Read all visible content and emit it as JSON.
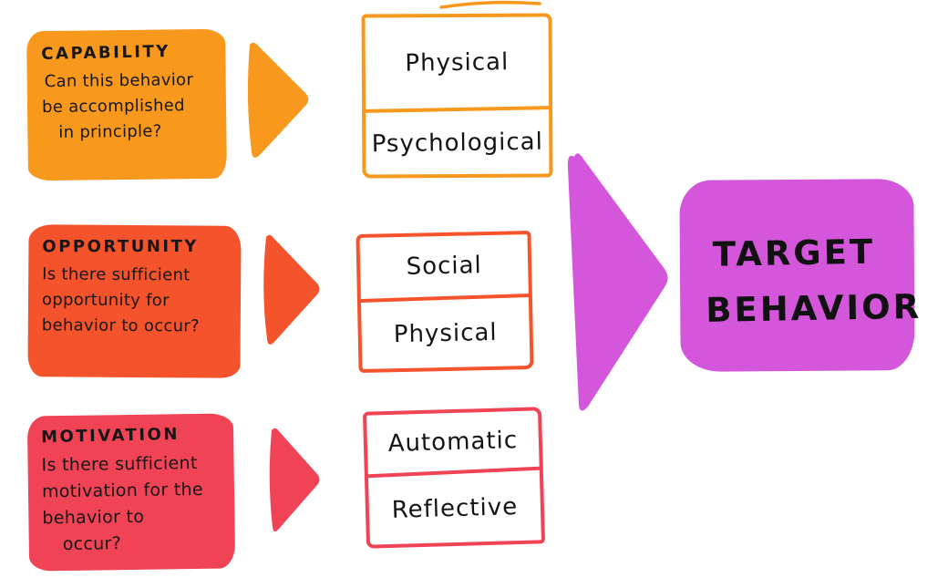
{
  "diagram": {
    "background": "#FFFFFF",
    "text_color": "#171717",
    "rows": [
      {
        "id": "capability",
        "color": "#F8981D",
        "title": "CAPABILITY",
        "question_lines": [
          "Can this behavior",
          "be accomplished",
          "in principle?"
        ],
        "components": [
          "Physical",
          "Psychological"
        ]
      },
      {
        "id": "opportunity",
        "color": "#F5532B",
        "title": "OPPORTUNITY",
        "question_lines": [
          "Is there sufficient",
          "opportunity for",
          "behavior to occur?"
        ],
        "components": [
          "Social",
          "Physical"
        ]
      },
      {
        "id": "motivation",
        "color": "#F04355",
        "title": "MOTIVATION",
        "question_lines": [
          "Is there sufficient",
          "motivation for the",
          "behavior to",
          "occur?"
        ],
        "components": [
          "Automatic",
          "Reflective"
        ]
      }
    ],
    "target": {
      "color": "#D456DB",
      "lines": [
        "TARGET",
        "BEHAVIOR"
      ]
    }
  }
}
